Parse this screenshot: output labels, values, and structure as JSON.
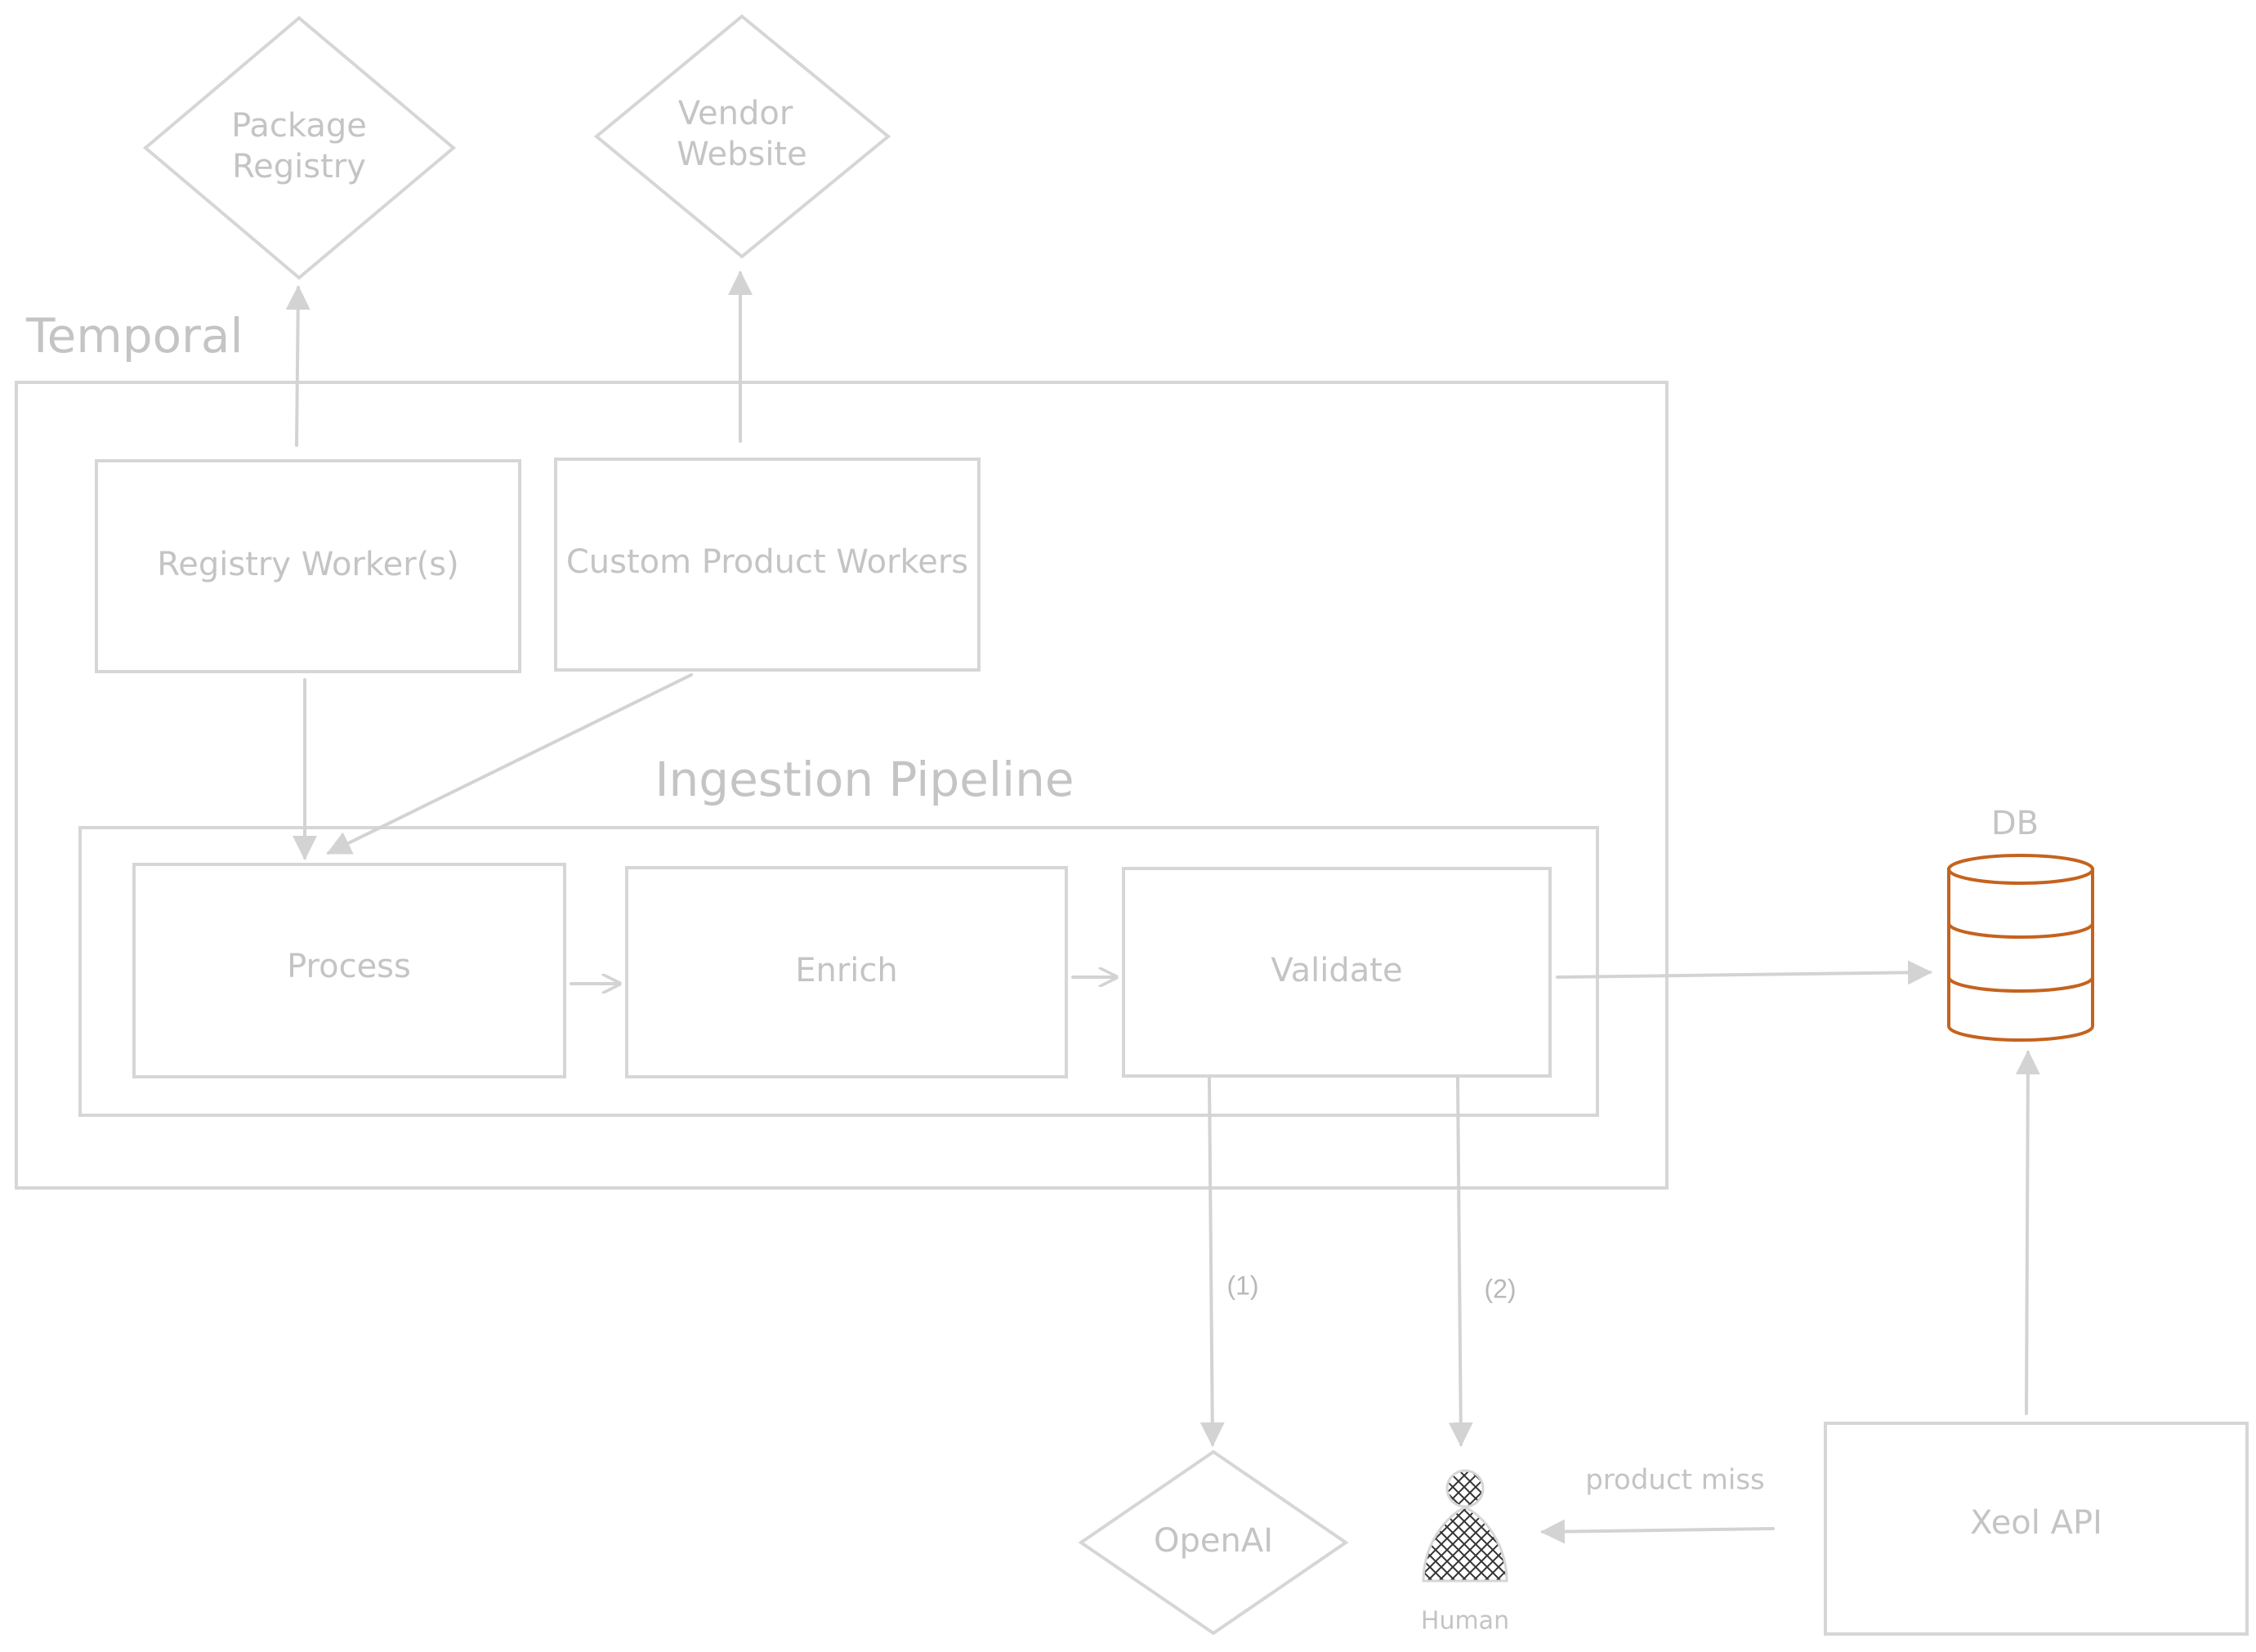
{
  "groups": {
    "temporal": "Temporal",
    "ingestion_pipeline": "Ingestion Pipeline"
  },
  "nodes": {
    "package_registry": [
      "Package",
      "Registry"
    ],
    "vendor_website": [
      "Vendor",
      "Website"
    ],
    "registry_workers": "Registry Worker(s)",
    "custom_product_workers": "Custom Product Workers",
    "process": "Process",
    "enrich": "Enrich",
    "validate": "Validate",
    "db": "DB",
    "openai": "OpenAI",
    "human": "Human",
    "xeol_api": "Xeol API"
  },
  "edges": {
    "validate_openai": "(1)",
    "validate_human": "(2)",
    "xeol_human": "product miss"
  },
  "colors": {
    "stroke": "#d6d6d6",
    "text": "#c4c4c4",
    "db_accent": "#c4631e"
  },
  "icons": {
    "db": "database-cylinder-icon",
    "human": "human-figure-icon"
  }
}
